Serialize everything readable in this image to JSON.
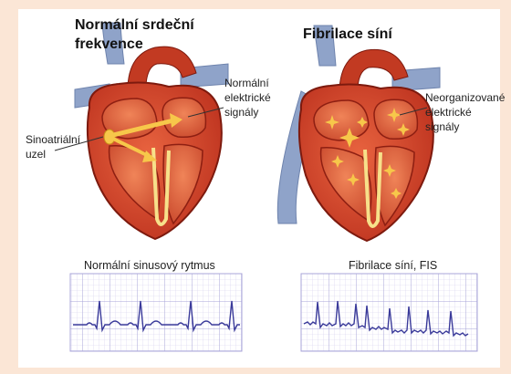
{
  "left_panel": {
    "title_line1": "Normální srdeční",
    "title_line2": "frekvence",
    "label_sa_line1": "Sinoatriální",
    "label_sa_line2": "uzel",
    "label_signals_line1": "Normální",
    "label_signals_line2": "elektrické",
    "label_signals_line3": "signály",
    "ecg_caption": "Normální sinusový rytmus"
  },
  "right_panel": {
    "title": "Fibrilace síní",
    "label_line1": "Neorganizované",
    "label_line2": "elektrické",
    "label_line3": "signály",
    "ecg_caption": "Fibrilace síní, FIS"
  },
  "colors": {
    "background": "#fbe6d6",
    "heart_red": "#d8432a",
    "heart_dark": "#8e1f12",
    "heart_inner": "#e2643e",
    "vessel_blue": "#8fa3c9",
    "ecg_grid": "#b9b4e0",
    "ecg_line": "#3a3a9a",
    "signal_yellow": "#f7c74a"
  }
}
